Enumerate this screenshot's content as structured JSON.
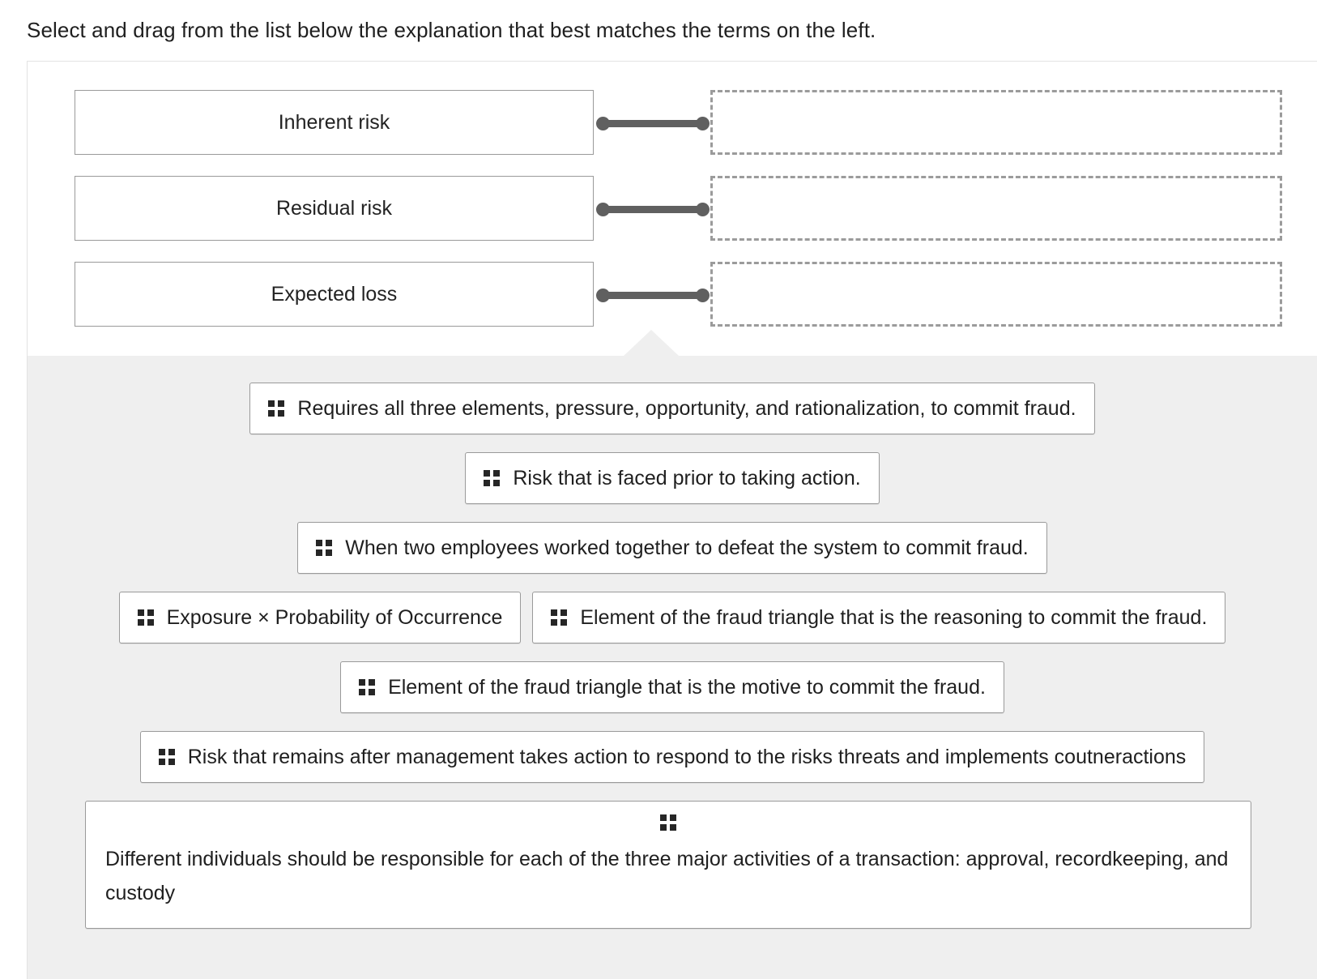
{
  "prompt": "Select and drag from the list below the explanation that best matches the terms on the left.",
  "terms": [
    {
      "label": "Inherent risk"
    },
    {
      "label": "Residual risk"
    },
    {
      "label": "Expected loss"
    }
  ],
  "drop_zones": [
    {
      "value": ""
    },
    {
      "value": ""
    },
    {
      "value": ""
    }
  ],
  "options": [
    {
      "text": "Requires all three elements, pressure, opportunity, and rationalization, to commit fraud."
    },
    {
      "text": "Risk that is faced prior to taking action."
    },
    {
      "text": "When two employees worked together to defeat the system to commit fraud."
    },
    {
      "text": "Exposure × Probability of Occurrence"
    },
    {
      "text": "Element of the fraud triangle that is the reasoning to commit the fraud."
    },
    {
      "text": "Element of the fraud triangle that is the motive to commit the fraud."
    },
    {
      "text": "Risk that remains after management takes action to respond to the risks threats and implements coutneractions"
    },
    {
      "text": "Different individuals should be responsible for each of the three major activities of a transaction: approval, recordkeeping, and custody"
    }
  ],
  "icons": {
    "drag_handle": "drag-handle-icon",
    "connector": "connector-link-icon"
  },
  "colors": {
    "panel_background": "#efefef",
    "chip_border": "#9a9a9a",
    "dropzone_border": "#9b9b9b",
    "connector": "#606060",
    "text": "#1f1f1f"
  }
}
